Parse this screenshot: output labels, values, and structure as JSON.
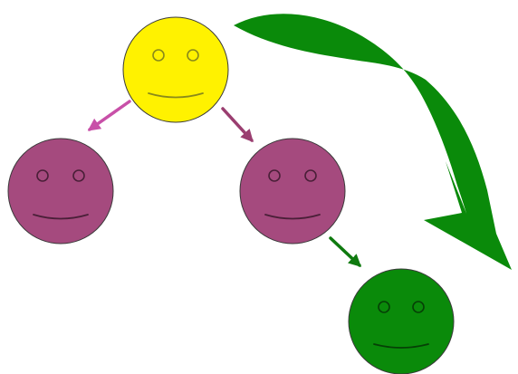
{
  "colors": {
    "root_face": "#fff200",
    "root_feature": "#8a8a1a",
    "child_face": "#a54a7e",
    "child_feature": "#4a1f38",
    "leaf_face": "#0a8a0a",
    "leaf_feature": "#064006",
    "arrow_left": "#c850a8",
    "arrow_right": "#9a3e70",
    "arrow_down": "#0f7a0f",
    "big_arrow": "#0a8a0a"
  },
  "faces": [
    {
      "id": "root",
      "color_key": "root_face",
      "feature_key": "root_feature"
    },
    {
      "id": "left-child",
      "color_key": "child_face",
      "feature_key": "child_feature"
    },
    {
      "id": "right-child",
      "color_key": "child_face",
      "feature_key": "child_feature"
    },
    {
      "id": "leaf",
      "color_key": "leaf_face",
      "feature_key": "leaf_feature"
    }
  ],
  "icons": {
    "smiley": "smiley-face-icon",
    "arrow": "arrow-icon",
    "curved_arrow": "curved-arrow-icon"
  }
}
